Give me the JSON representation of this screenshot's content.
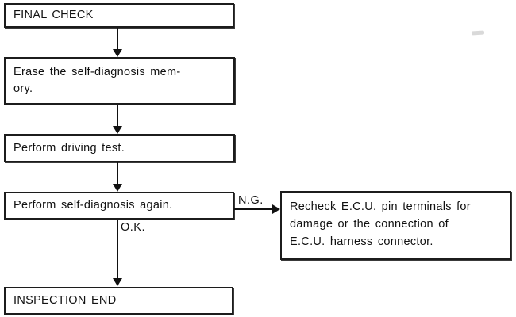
{
  "diagram": {
    "type": "flowchart",
    "nodes": [
      {
        "id": "final-check",
        "text": "FINAL CHECK"
      },
      {
        "id": "erase-memory",
        "text": "Erase the self-diagnosis mem-\nory."
      },
      {
        "id": "driving-test",
        "text": "Perform driving test."
      },
      {
        "id": "self-diagnosis",
        "text": "Perform self-diagnosis again."
      },
      {
        "id": "inspection-end",
        "text": "INSPECTION END"
      },
      {
        "id": "recheck-ecu",
        "text": "Recheck E.C.U. pin terminals for\ndamage or the connection of\nE.C.U. harness connector."
      }
    ],
    "labels": {
      "ok": "O.K.",
      "ng": "N.G."
    },
    "edges": [
      {
        "from": "final-check",
        "to": "erase-memory",
        "label": ""
      },
      {
        "from": "erase-memory",
        "to": "driving-test",
        "label": ""
      },
      {
        "from": "driving-test",
        "to": "self-diagnosis",
        "label": ""
      },
      {
        "from": "self-diagnosis",
        "to": "inspection-end",
        "label": "O.K."
      },
      {
        "from": "self-diagnosis",
        "to": "recheck-ecu",
        "label": "N.G."
      }
    ],
    "colors": {
      "line": "#111111",
      "box_border": "#1c1c1c",
      "background": "#ffffff"
    }
  }
}
